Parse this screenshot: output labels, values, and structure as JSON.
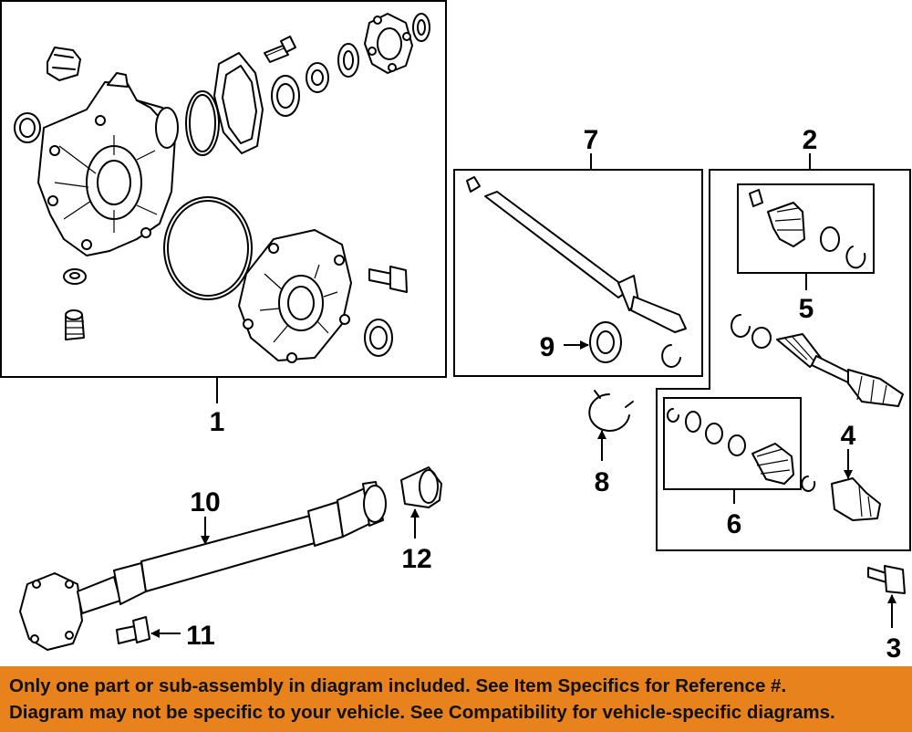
{
  "callouts": {
    "c1": "1",
    "c2": "2",
    "c3": "3",
    "c4": "4",
    "c5": "5",
    "c6": "6",
    "c7": "7",
    "c8": "8",
    "c9": "9",
    "c10": "10",
    "c11": "11",
    "c12": "12"
  },
  "notice": {
    "line1": "Only one part or sub-assembly in diagram included. See Item Specifics for Reference #.",
    "line2": "Diagram may not be specific to your vehicle. See Compatibility for vehicle-specific diagrams."
  },
  "colors": {
    "banner": "#e8821c",
    "line": "#000000",
    "background": "#ffffff"
  }
}
